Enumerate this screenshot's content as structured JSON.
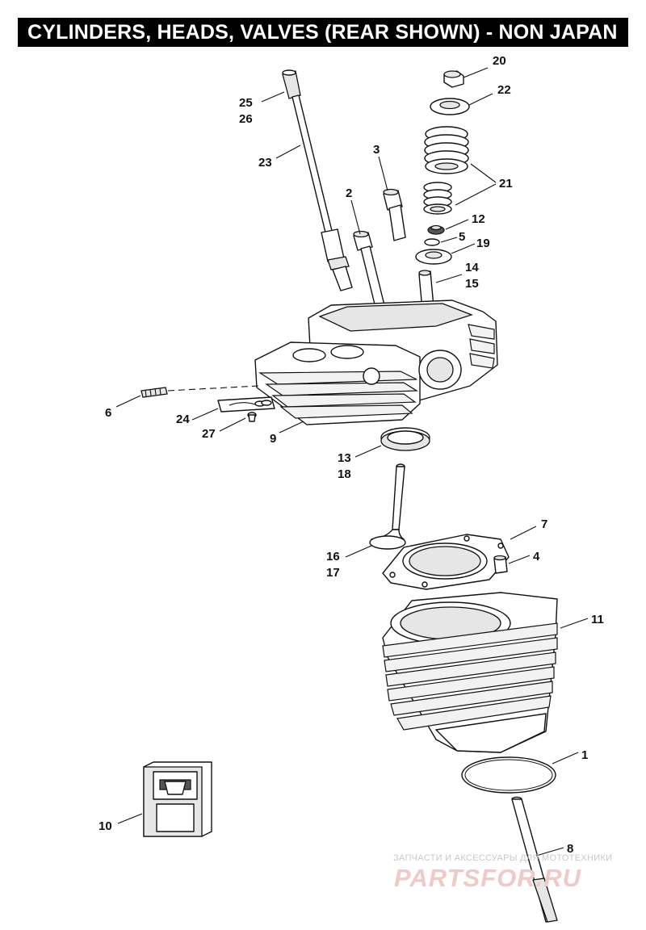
{
  "title": "CYLINDERS, HEADS, VALVES (REAR SHOWN) - NON JAPAN",
  "callouts": {
    "c1": "1",
    "c2": "2",
    "c3": "3",
    "c4": "4",
    "c5": "5",
    "c6": "6",
    "c7": "7",
    "c8": "8",
    "c9": "9",
    "c10": "10",
    "c11": "11",
    "c12": "12",
    "c13": "13",
    "c18": "18",
    "c14": "14",
    "c15": "15",
    "c16": "16",
    "c17": "17",
    "c19": "19",
    "c20": "20",
    "c21": "21",
    "c22": "22",
    "c23": "23",
    "c24": "24",
    "c25": "25",
    "c26": "26",
    "c27": "27"
  },
  "watermark": {
    "subtitle": "ЗАПЧАСТИ И АКСЕССУАРЫ ДЛЯ МОТОТЕХНИКИ",
    "brand": "PARTSFOR.RU"
  }
}
